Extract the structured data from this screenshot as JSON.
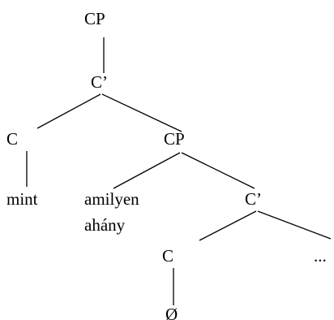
{
  "tree": {
    "root_cp": "CP",
    "root_cbar": "C’",
    "c_head": "C",
    "c_head_word": "mint",
    "embedded_cp": "CP",
    "spec_word_1": "amilyen",
    "spec_word_2": "ahány",
    "embedded_cbar": "C’",
    "embedded_c": "C",
    "embedded_complement": "...",
    "null_element": "Ø"
  }
}
